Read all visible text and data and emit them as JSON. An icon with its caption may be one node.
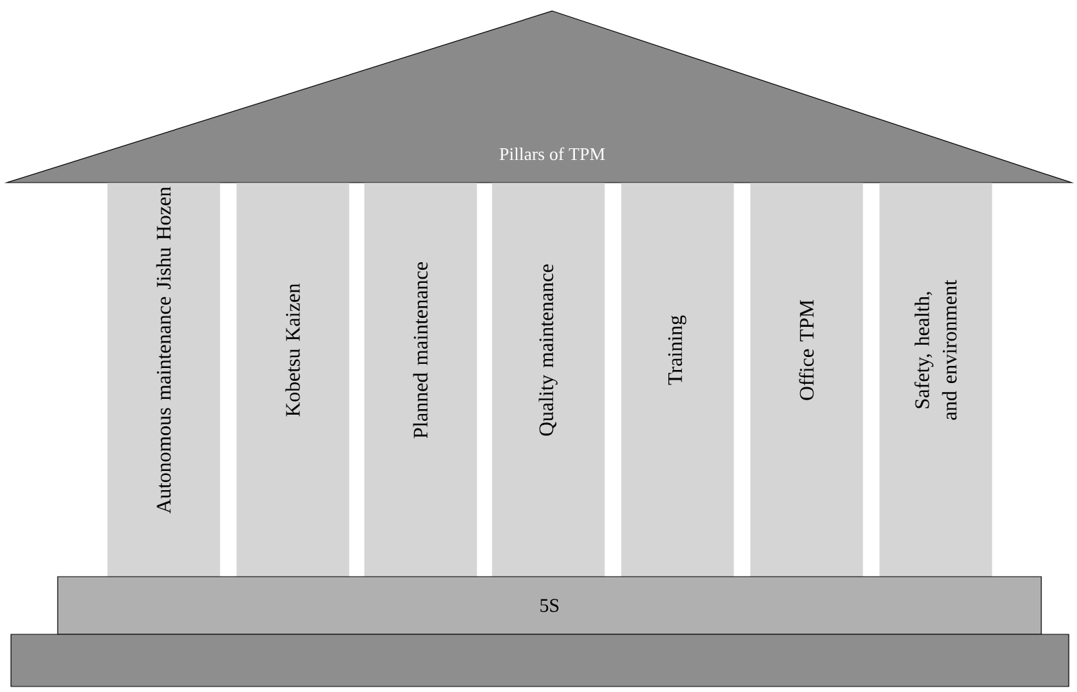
{
  "diagram": {
    "nodes": [
      {
        "text": [
          "Pillars of TPM"
        ]
      },
      {
        "text": [
          "Autonomous maintenance Jishu Hozen"
        ]
      },
      {
        "text": [
          "Kobetsu Kaizen"
        ]
      },
      {
        "text": [
          "Planned maintenance"
        ]
      },
      {
        "text": [
          "Quality maintenance"
        ]
      },
      {
        "text": [
          "Training"
        ]
      },
      {
        "text": [
          "Office TPM"
        ]
      },
      {
        "text": [
          "Safety, health, and environment"
        ]
      },
      {
        "text": [
          "5S"
        ]
      },
      {
        "text": [],
        "shape": "box"
      }
    ],
    "edges": []
  }
}
